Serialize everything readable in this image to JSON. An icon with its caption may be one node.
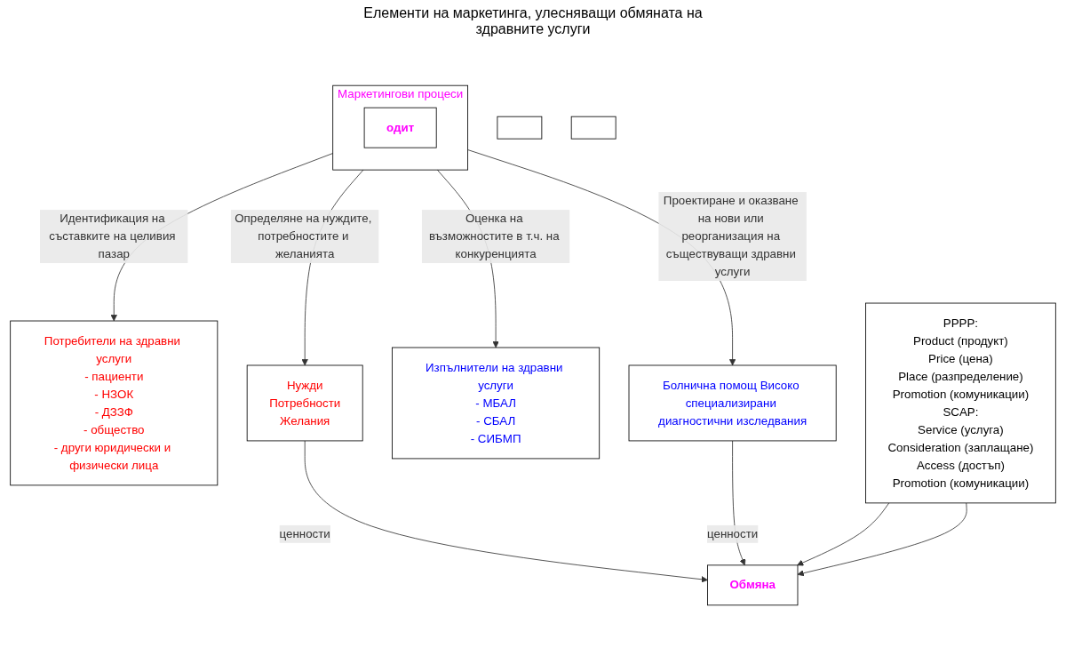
{
  "diagram": {
    "nodes": [
      {
        "text": [
          "Потребители на здравни услуги",
          "- пациенти",
          "- НЗОК",
          "- ДЗЗФ",
          "- общество",
          "- други юридически и физически лица"
        ]
      },
      {
        "text": [],
        "shape": "box"
      },
      {
        "text": [
          "Нужди",
          "Потребности",
          "Желания"
        ]
      },
      {
        "text": [
          "Маркетингови процеси"
        ]
      },
      {
        "text": [
          "одит"
        ],
        "in": 3
      },
      {
        "text": [
          "Изпълнители на здравни услуги",
          "- МБАЛ",
          "- СБАЛ",
          "- СИБМП"
        ]
      },
      {
        "text": [],
        "shape": "box"
      },
      {
        "text": [
          "Болнична помощ Високо специализирани диагностични изследвания"
        ]
      },
      {
        "text": [
          "PPPP:",
          "Product (продукт)",
          "Price (цена)",
          "Place (разпределение)",
          "Promotion (комуникации)",
          "SCAP:",
          "Service (услуга)",
          "Consideration (заплащане)",
          "Access (достъп)",
          "Promotion (комуникации)"
        ]
      },
      {
        "text": [
          "Обмяна"
        ]
      }
    ],
    "edges": [
      {
        "from": 3,
        "to": 0,
        "arrow": "to",
        "label": "Идентификация на съставките на целивия пазар"
      },
      {
        "from": 3,
        "to": 5,
        "arrow": "to",
        "label": "Оценка на възможностите в т.ч. на конкуренцията"
      },
      {
        "from": 3,
        "to": 2,
        "arrow": "to",
        "label": "Определяне на нуждите, потребностите и желанията"
      },
      {
        "from": 3,
        "to": 7,
        "arrow": "to",
        "label": "Проектиране и оказване на нови или реорганизация на съществуващи здравни услуги"
      },
      {
        "from": 2,
        "to": 9,
        "arrow": "to",
        "label": "ценности"
      },
      {
        "from": 7,
        "to": 9,
        "arrow": "to",
        "label": "ценности"
      },
      {
        "from": 8,
        "to": 9,
        "arrow": "to"
      },
      {
        "from": 8,
        "to": 9,
        "arrow": "to"
      }
    ],
    "labels": [
      "Елементи на маркетинга, улесняващи обмяната на здравните услуги"
    ]
  }
}
